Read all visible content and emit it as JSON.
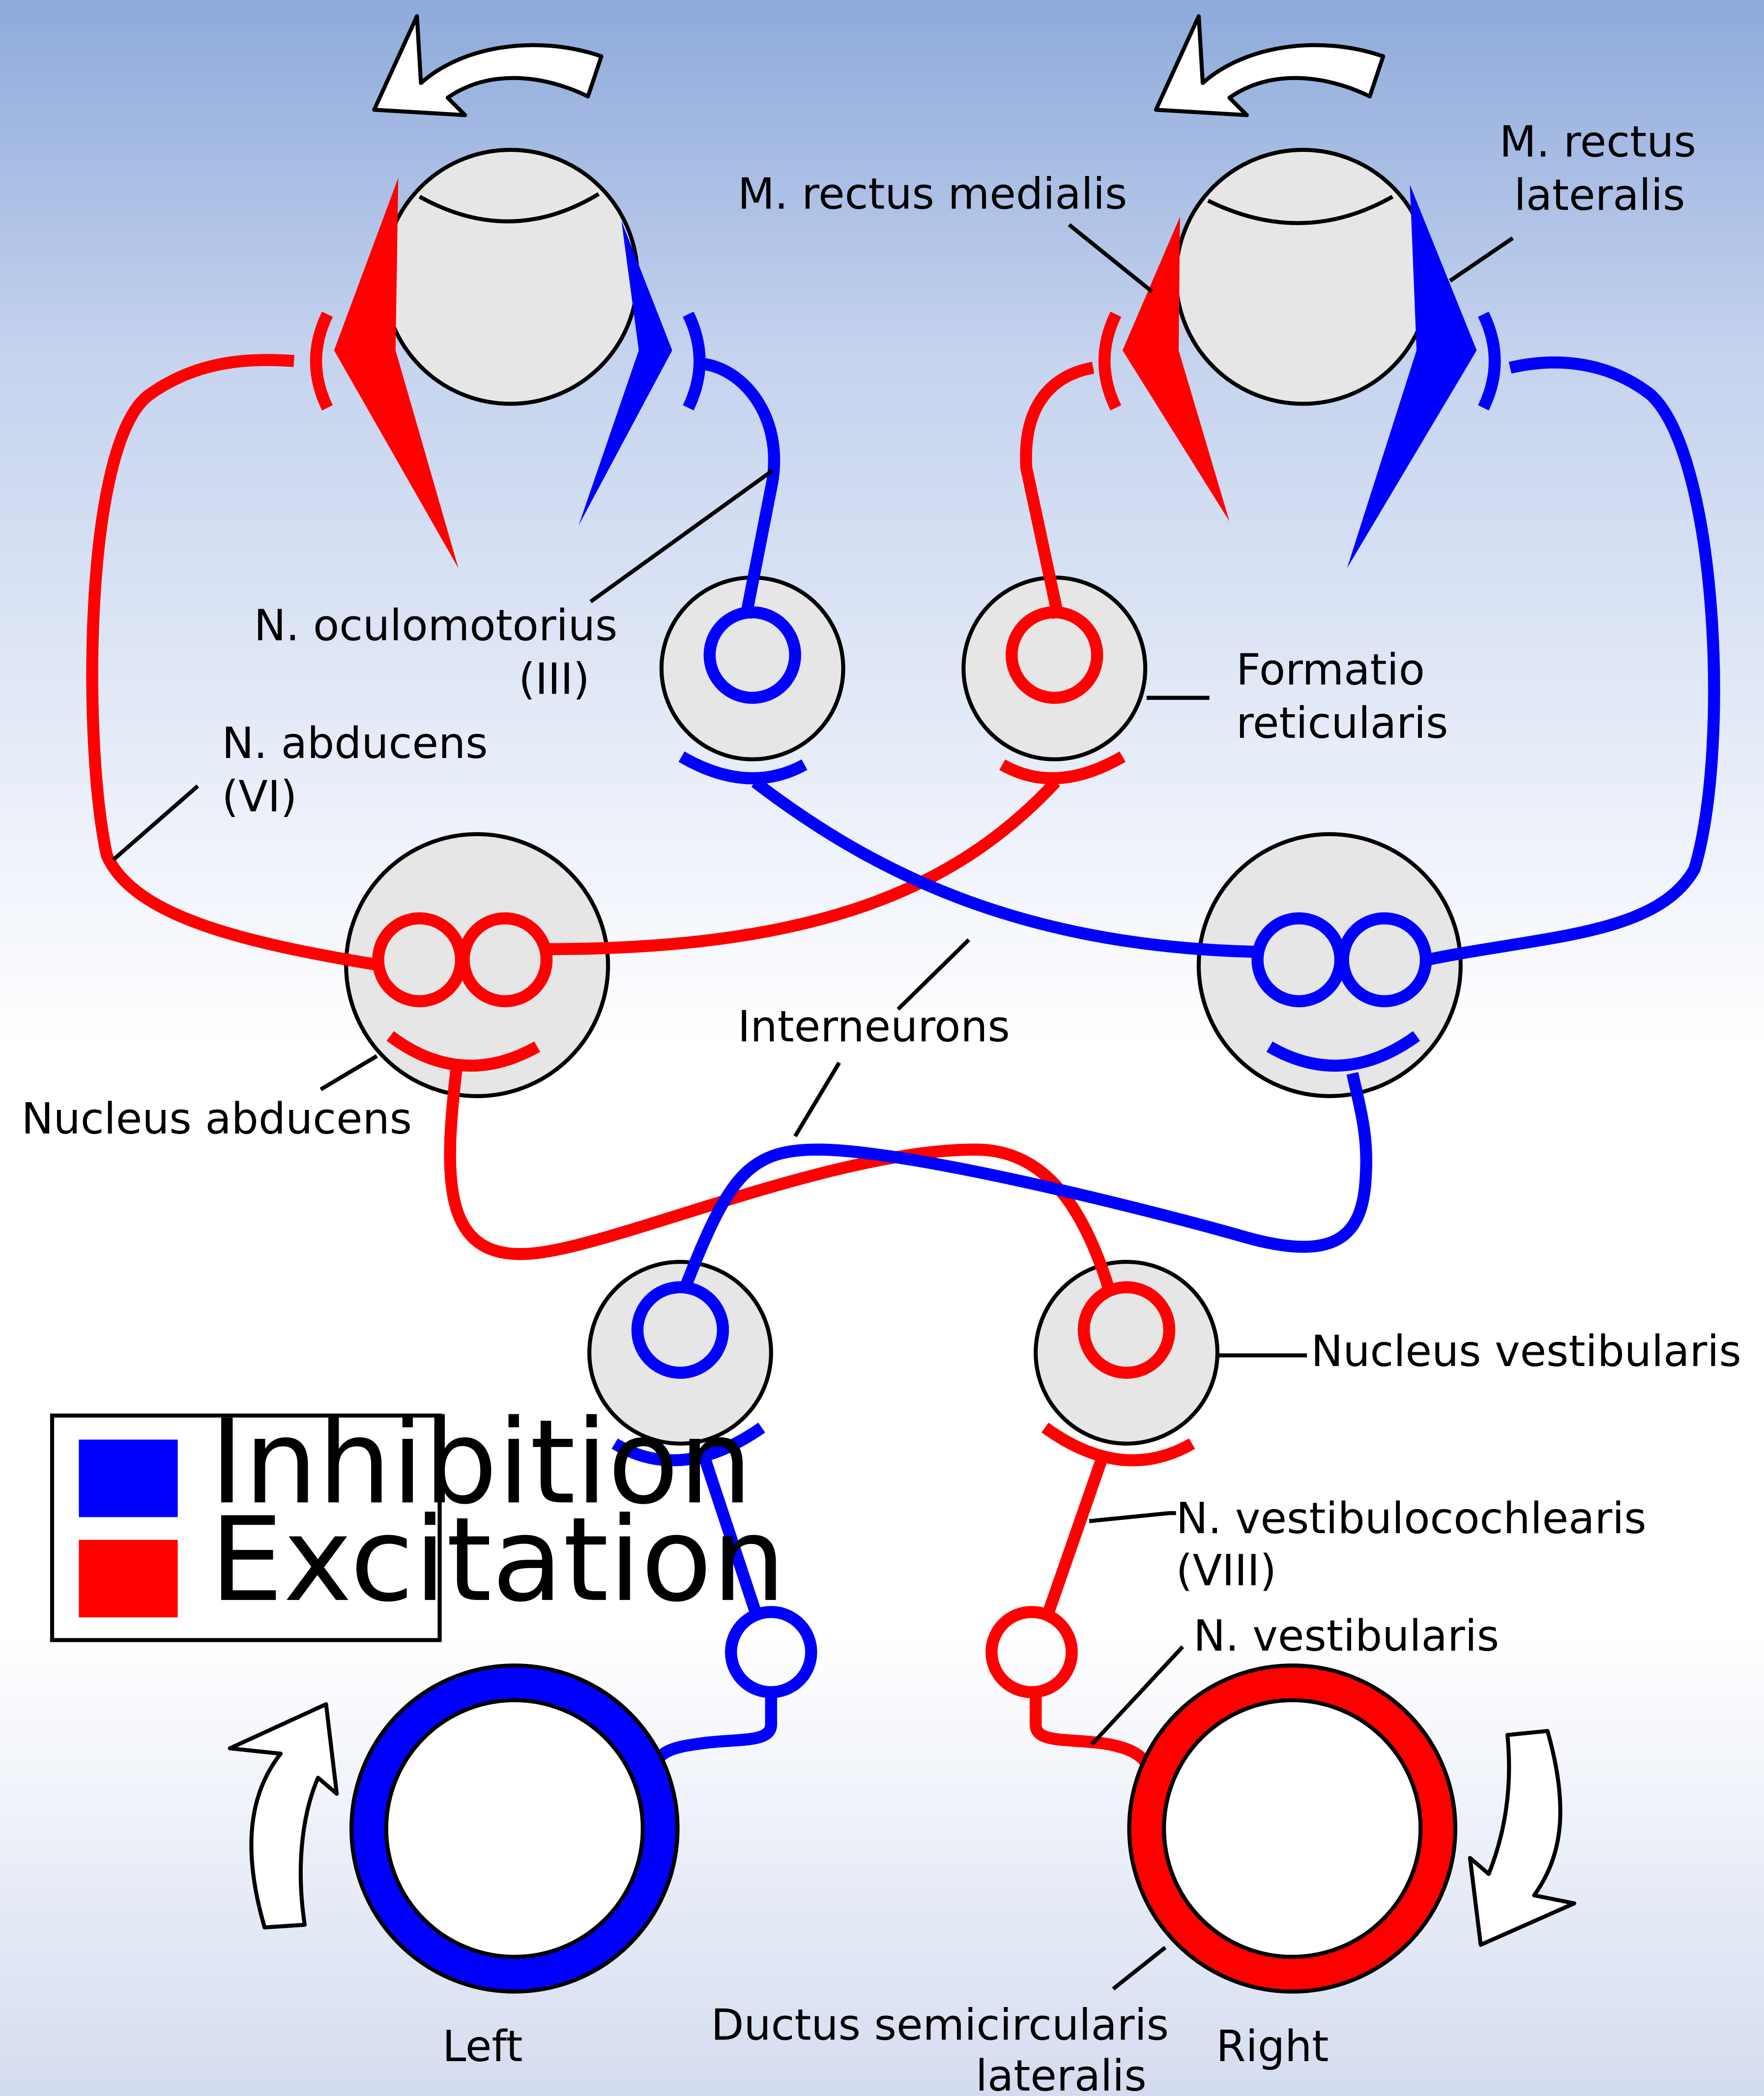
{
  "colors": {
    "inhibition": "#0000ff",
    "excitation": "#ff0000",
    "nucleus_fill": "#e6e6e6",
    "eyeball_fill": "#e6e6e6",
    "outline": "#000000",
    "arrow_fill": "#ffffff"
  },
  "labels": {
    "m_rectus_medialis": "M. rectus medialis",
    "m_rectus_lateralis_1": "M. rectus",
    "m_rectus_lateralis_2": "lateralis",
    "n_oculomotorius_1": "N. oculomotorius",
    "n_oculomotorius_2": "(III)",
    "formatio_1": "Formatio",
    "formatio_2": "reticularis",
    "n_abducens_1": "N. abducens",
    "n_abducens_2": "(VI)",
    "interneurons": "Interneurons",
    "nucleus_abducens": "Nucleus abducens",
    "nucleus_vestibularis": "Nucleus vestibularis",
    "n_vestibulocochlearis_1": "N. vestibulocochlearis",
    "n_vestibulocochlearis_2": "(VIII)",
    "n_vestibularis": "N. vestibularis",
    "ductus_1": "Ductus semicircularis",
    "ductus_2": "lateralis",
    "left": "Left",
    "right": "Right"
  },
  "legend": {
    "items": [
      {
        "label": "Inhibition",
        "color": "#0000ff"
      },
      {
        "label": "Excitation",
        "color": "#ff0000"
      }
    ]
  },
  "arrow_icons": {
    "eye_rotation": "curved-arrow-left-icon",
    "left_canal": "curved-arrow-up-icon",
    "right_canal": "curved-arrow-down-icon"
  }
}
